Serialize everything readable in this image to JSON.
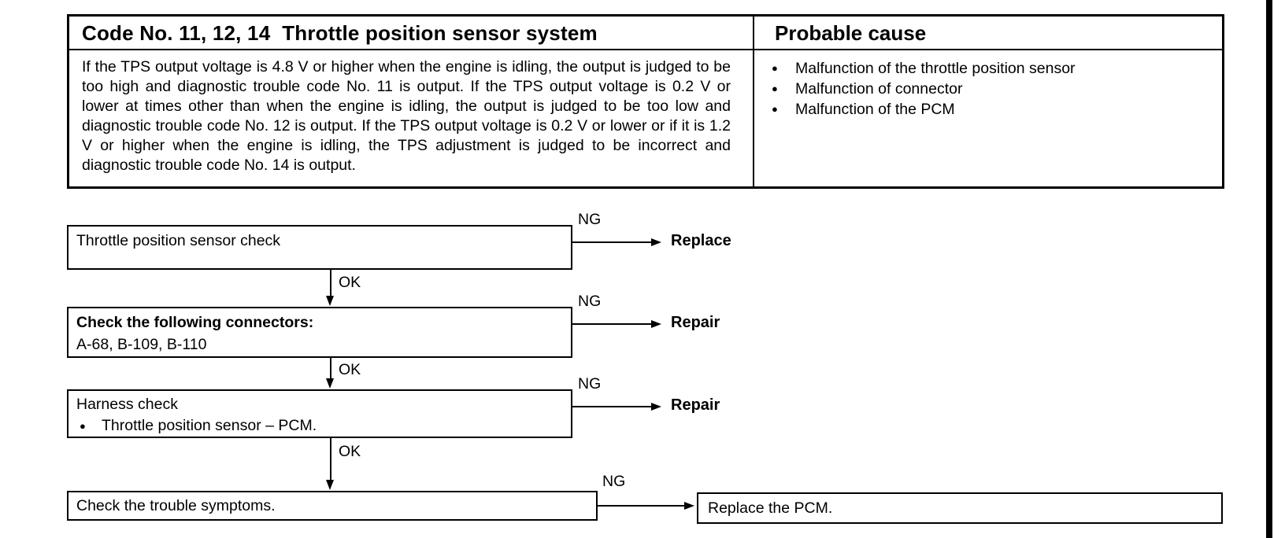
{
  "colors": {
    "ink": "#000000",
    "paper": "#ffffff"
  },
  "table": {
    "bullet": "●",
    "header": {
      "title": "Code No. 11, 12, 14  Throttle position sensor system",
      "probable_cause": "Probable cause"
    },
    "description": "If the TPS output voltage is 4.8 V or higher when the engine is idling, the output is judged to be too high and diagnostic trouble code No. 11 is output. If the TPS output voltage is 0.2 V or lower at times other than when the engine is idling, the output is judged to be too low and diagnostic trouble code No. 12 is output. If the TPS output voltage is 0.2 V or lower or if it is 1.2 V or higher when the engine is idling, the TPS adjustment is judged to be incorrect and diagnostic trouble code No. 14 is output.",
    "probable_causes": [
      "Malfunction of the throttle position sensor",
      "Malfunction of connector",
      "Malfunction of the PCM"
    ]
  },
  "flowchart": {
    "ng": "NG",
    "ok": "OK",
    "bullet": "●",
    "steps": [
      {
        "title": "Throttle position sensor check",
        "result": "Replace"
      },
      {
        "title": "Check the following connectors:",
        "detail": "A-68, B-109, B-110",
        "result": "Repair"
      },
      {
        "title": "Harness check",
        "bullet_detail": "Throttle position sensor – PCM.",
        "result": "Repair"
      },
      {
        "title": "Check the trouble symptoms.",
        "result_box": "Replace the PCM."
      }
    ]
  }
}
